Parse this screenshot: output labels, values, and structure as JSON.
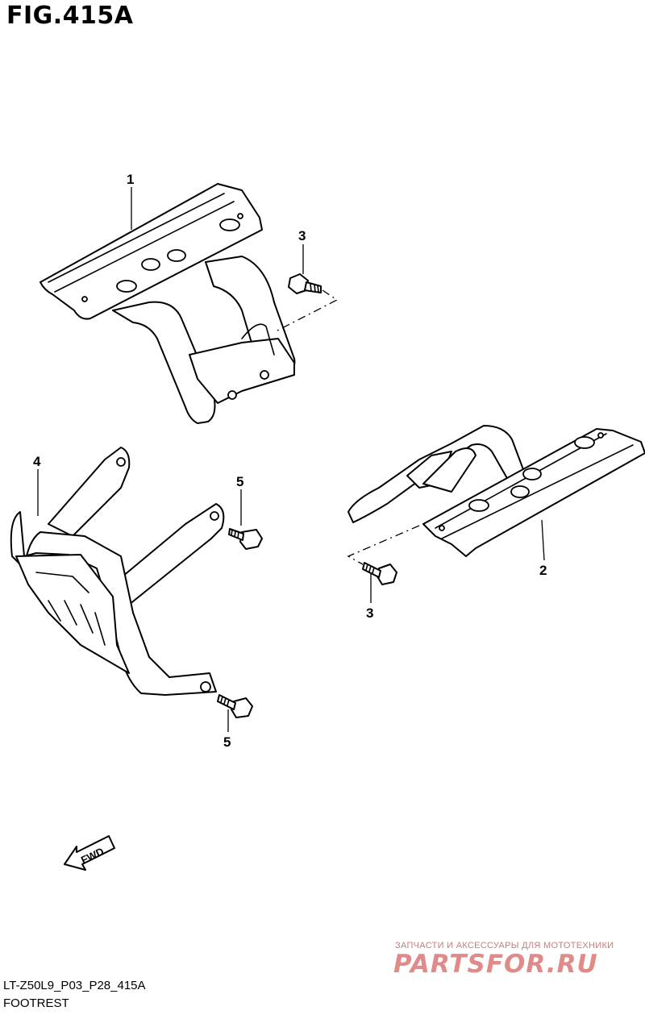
{
  "figure": {
    "title": "FIG.415A"
  },
  "callouts": {
    "c1": "1",
    "c2": "2",
    "c3a": "3",
    "c3b": "3",
    "c4": "4",
    "c5a": "5",
    "c5b": "5"
  },
  "direction_badge": {
    "label": "FWD"
  },
  "footer": {
    "code": "LT-Z50L9_P03_P28_415A",
    "caption": "FOOTREST"
  },
  "watermark": {
    "tagline": "ЗАПЧАСТИ И АКСЕССУАРЫ ДЛЯ МОТОТЕХНИКИ",
    "logo": "PARTSFOR.RU"
  }
}
